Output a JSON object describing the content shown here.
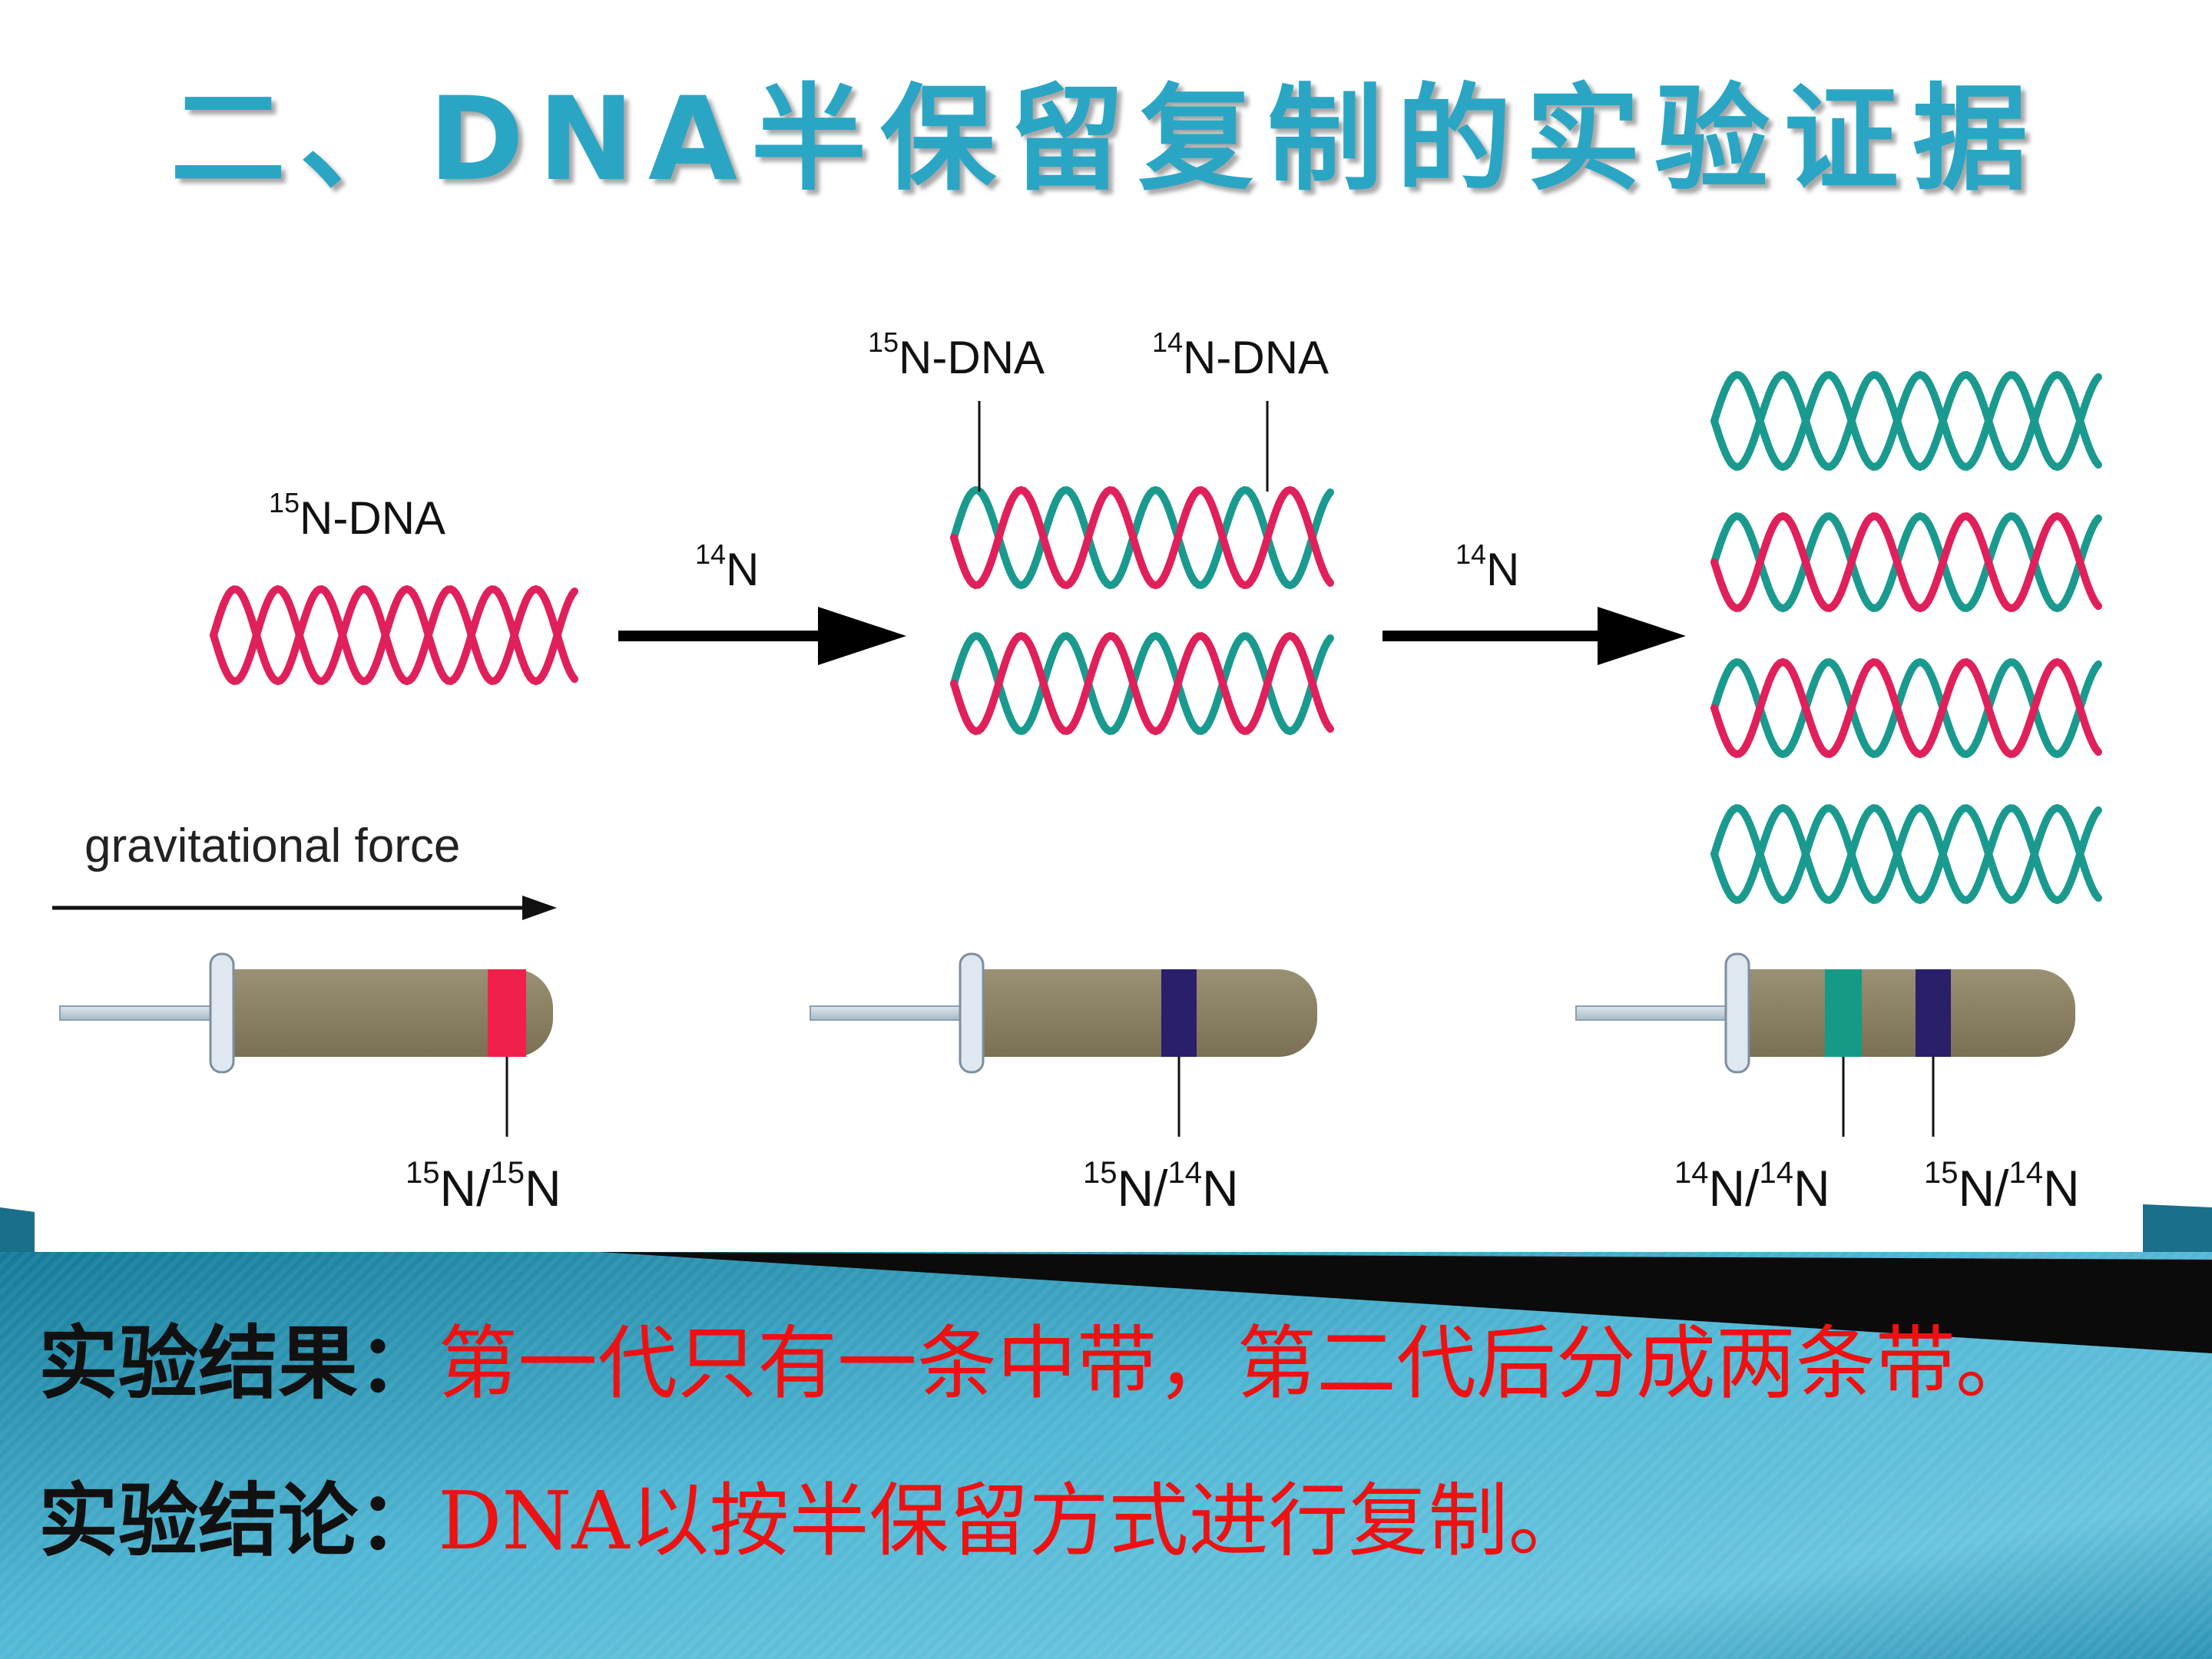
{
  "title": "二、DNA半保留复制的实验证据",
  "diagram": {
    "parent_label": {
      "sup": "15",
      "text": "N-DNA"
    },
    "arrow1_label": {
      "sup": "14",
      "text": "N"
    },
    "arrow2_label": {
      "sup": "14",
      "text": "N"
    },
    "gen1_left_label": {
      "sup": "15",
      "text": "N-DNA"
    },
    "gen1_right_label": {
      "sup": "14",
      "text": "N-DNA"
    },
    "gravity_label": "gravitational force",
    "tube1_band": {
      "sup1": "15",
      "mid": "N/",
      "sup2": "15",
      "end": "N"
    },
    "tube2_band": {
      "sup1": "15",
      "mid": "N/",
      "sup2": "14",
      "end": "N"
    },
    "tube3_band_light": {
      "sup1": "14",
      "mid": "N/",
      "sup2": "14",
      "end": "N"
    },
    "tube3_band_hybrid": {
      "sup1": "15",
      "mid": "N/",
      "sup2": "14",
      "end": "N"
    }
  },
  "results": {
    "result_label": "实验结果：",
    "result_text": "第一代只有一条中带，第二代后分成两条带。",
    "conclusion_label": "实验结论：",
    "conclusion_text": "DNA以按半保留方式进行复制。"
  },
  "colors": {
    "title": "#2aa6c4",
    "heavy_strand": "#e0205a",
    "light_strand": "#1a9a8e",
    "tube_body": "#8e8466",
    "heavy_band": "#f0204a",
    "hybrid_band": "#2a1f6a",
    "light_band": "#169a88",
    "result_text": "#ee1111"
  }
}
